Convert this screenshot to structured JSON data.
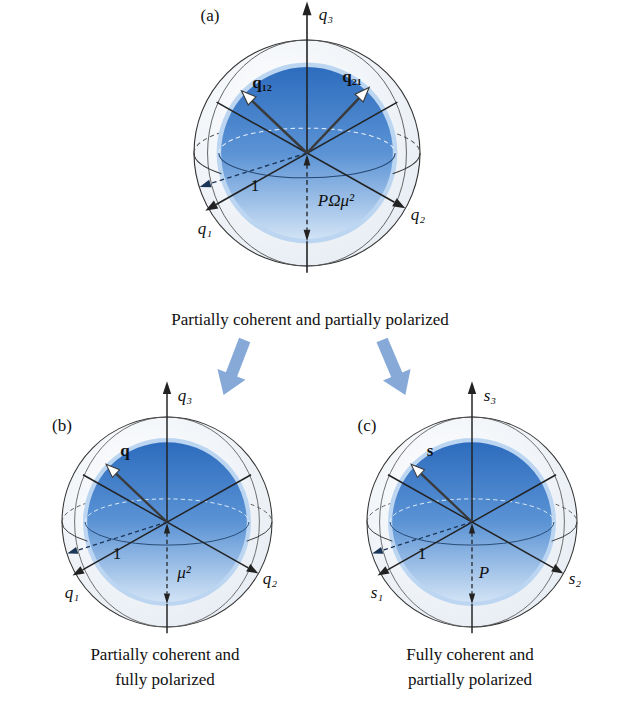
{
  "diagram": {
    "nodes": [
      {
        "text": [
          "Partially coherent and partially polarized"
        ]
      },
      {
        "text": [
          "Partially coherent and fully polarized"
        ]
      },
      {
        "text": [
          "Fully coherent and partially polarized"
        ]
      }
    ],
    "edges": [
      {
        "from": 0,
        "to": 1,
        "arrow": "to"
      },
      {
        "from": 0,
        "to": 2,
        "arrow": "to"
      }
    ],
    "labels": [
      "(a)",
      "q₃",
      "q₁",
      "q₂",
      "q₁₂",
      "q₂₁",
      "1",
      "PΩμ²",
      "(b)",
      "q₃",
      "q₁",
      "q₂",
      "q",
      "1",
      "μ²",
      "(c)",
      "s₃",
      "s₁",
      "s₂",
      "s",
      "1",
      "P"
    ]
  }
}
